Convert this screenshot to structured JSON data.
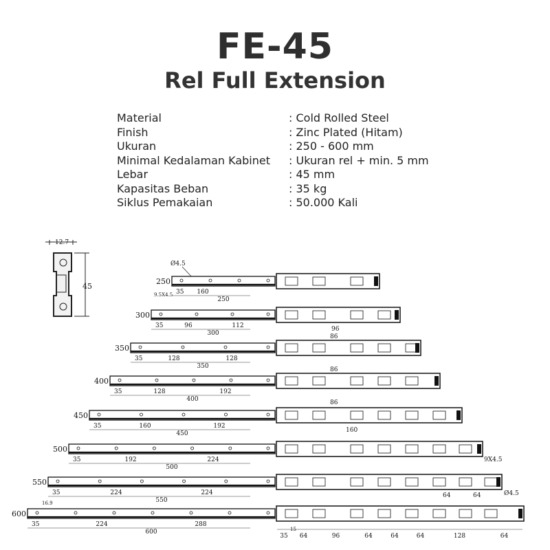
{
  "header": {
    "model": "FE-45",
    "subtitle": "Rel Full Extension"
  },
  "specs": [
    {
      "label": "Material",
      "value": ": Cold Rolled Steel"
    },
    {
      "label": "Finish",
      "value": ": Zinc Plated (Hitam)"
    },
    {
      "label": "Ukuran",
      "value": ": 250 - 600 mm"
    },
    {
      "label": "Minimal Kedalaman Kabinet",
      "value": ": Ukuran rel + min. 5 mm"
    },
    {
      "label": "Lebar",
      "value": ": 45 mm"
    },
    {
      "label": "Kapasitas Beban",
      "value": ": 35 kg"
    },
    {
      "label": "Siklus Pemakaian",
      "value": ": 50.000 Kali"
    }
  ],
  "drawing": {
    "profile": {
      "width_label": "12.7",
      "height_label": "45"
    },
    "hole_diameter": "Ø4.5",
    "slot_label": "9.5X4.5",
    "rails": [
      {
        "size": "250",
        "total": "250",
        "dims": [
          "35",
          "160"
        ]
      },
      {
        "size": "300",
        "total": "300",
        "dims": [
          "35",
          "96",
          "112"
        ]
      },
      {
        "size": "350",
        "total": "350",
        "dims": [
          "35",
          "128",
          "128"
        ]
      },
      {
        "size": "400",
        "total": "400",
        "dims": [
          "35",
          "128",
          "192"
        ]
      },
      {
        "size": "450",
        "total": "450",
        "dims": [
          "35",
          "160",
          "192"
        ]
      },
      {
        "size": "500",
        "total": "500",
        "dims": [
          "35",
          "192",
          "224"
        ]
      },
      {
        "size": "550",
        "total": "550",
        "dims": [
          "35",
          "224",
          "224"
        ]
      },
      {
        "size": "600",
        "total": "600",
        "dims": [
          "35",
          "224",
          "288"
        ]
      }
    ],
    "right_annotations": {
      "dim_96": "96",
      "dim_86": "86",
      "dim_160": "160",
      "holes_9x": "9X4.5",
      "dim_64": "64",
      "hole_dia_right": "Ø4.5",
      "small_16_9": "16.9",
      "small_15": "15"
    },
    "bottom_dims": [
      "35",
      "64",
      "96",
      "64",
      "64",
      "64",
      "128",
      "64"
    ]
  }
}
